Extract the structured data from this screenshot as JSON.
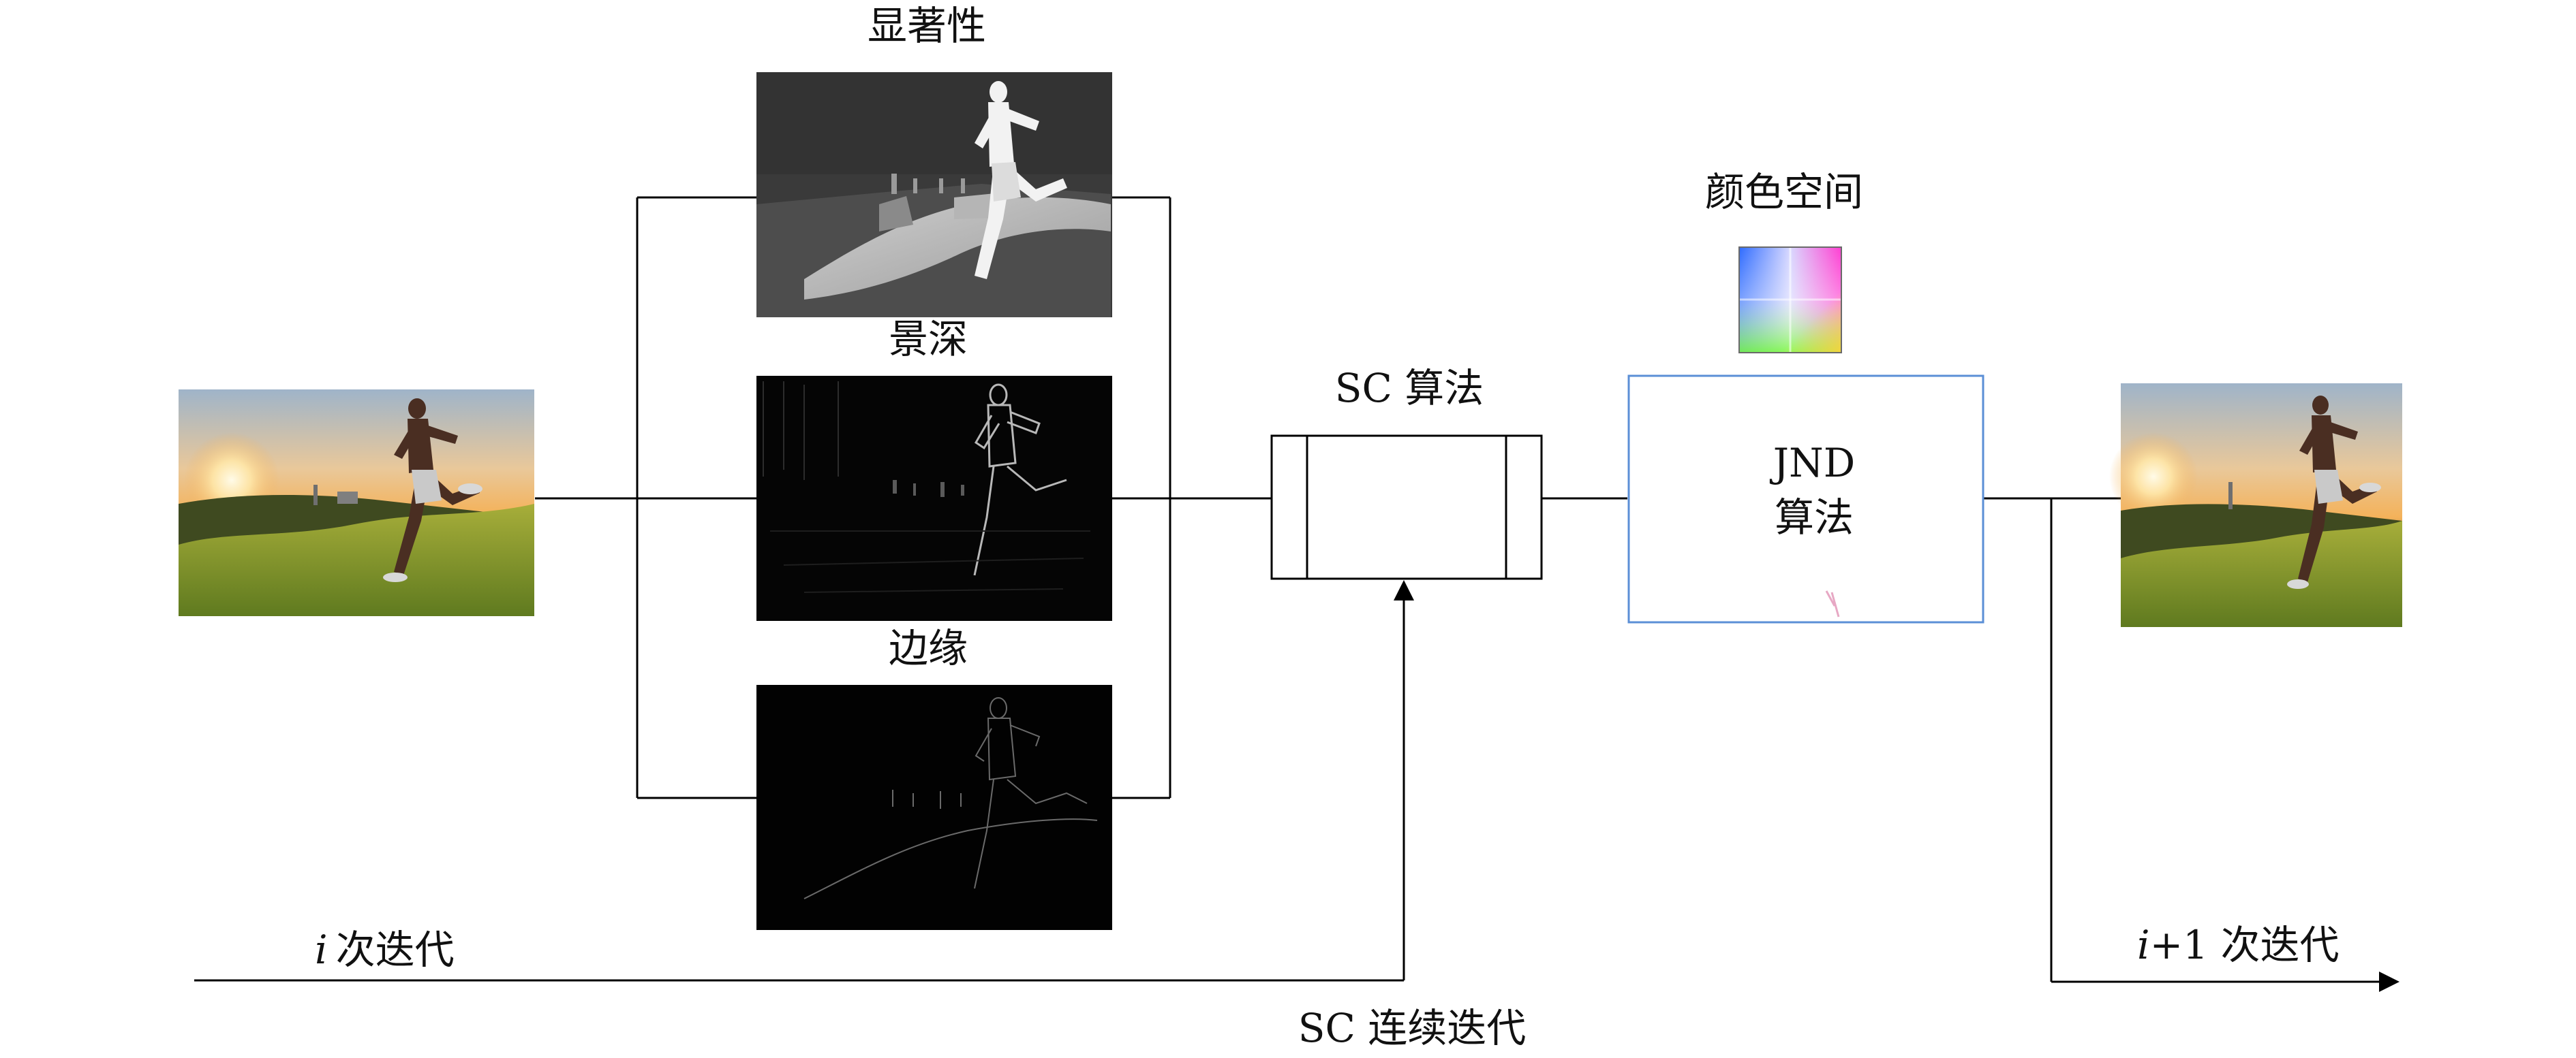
{
  "labels": {
    "saliency": "显著性",
    "depth": "景深",
    "edge": "边缘",
    "sc_algorithm": "SC 算法",
    "color_space": "颜色空间",
    "jnd_line1": "JND",
    "jnd_line2": "算法",
    "iter_i_var": "i",
    "iter_i_text": "次迭代",
    "iter_next_var": "i",
    "iter_next_text": "+1 次迭代",
    "sc_continuous": "SC 连续迭代"
  },
  "colors": {
    "jnd_box_border": "#5b8fd6",
    "line": "#000000",
    "saliency_bg": "#3a3a3a",
    "map_dark": "#050505"
  }
}
